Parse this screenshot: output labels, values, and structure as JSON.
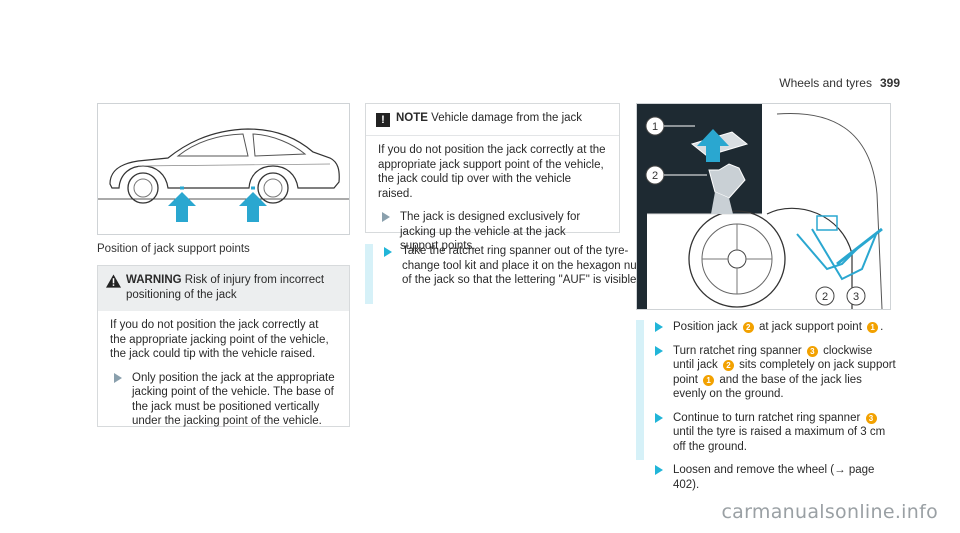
{
  "header": {
    "section": "Wheels and tyres",
    "page": "399"
  },
  "figure1": {
    "caption": "Position of jack support points"
  },
  "warning": {
    "label": "WARNING",
    "title": "Risk of injury from incorrect positioning of the jack",
    "body": "If you do not position the jack correctly at the appropriate jacking point of the vehicle, the jack could tip with the vehicle raised.",
    "step": "Only position the jack at the appropriate jacking point of the vehicle. The base of the jack must be positioned vertically under the jacking point of the vehicle."
  },
  "note": {
    "label": "NOTE",
    "title": "Vehicle damage from the jack",
    "body": "If you do not position the jack correctly at the appropriate jack support point of the vehicle, the jack could tip over with the vehicle raised.",
    "step": "The jack is designed exclusively for jacking up the vehicle at the jack support points."
  },
  "step_take": "Take the ratchet ring spanner out of the tyre-change tool kit and place it on the hexagon nut of the jack so that the lettering \"AUF\" is visible.",
  "figure2": {
    "callouts": [
      "1",
      "2",
      "2",
      "3"
    ]
  },
  "steps_right": [
    {
      "pre": "Position jack",
      "n1": "2",
      "mid": "at jack support point",
      "n2": "1",
      "post": "."
    },
    {
      "pre": "Turn ratchet ring spanner",
      "n1": "3",
      "mid": "clockwise until jack",
      "n2": "2",
      "mid2": "sits completely on jack support point",
      "n3": "1",
      "post": "and the base of the jack lies evenly on the ground."
    },
    {
      "pre": "Continue to turn ratchet ring spanner",
      "n1": "3",
      "post": "until the tyre is raised a maximum of 3 cm off the ground."
    },
    {
      "pre": "Loosen and remove the wheel (",
      "arrow": "→",
      "post": "page 402)."
    }
  ],
  "watermark": "carmanualsonline.info",
  "colors": {
    "accent_cyan": "#21b5d8",
    "callout_orange": "#f2a100",
    "figure_dark": "#1e2a32"
  }
}
